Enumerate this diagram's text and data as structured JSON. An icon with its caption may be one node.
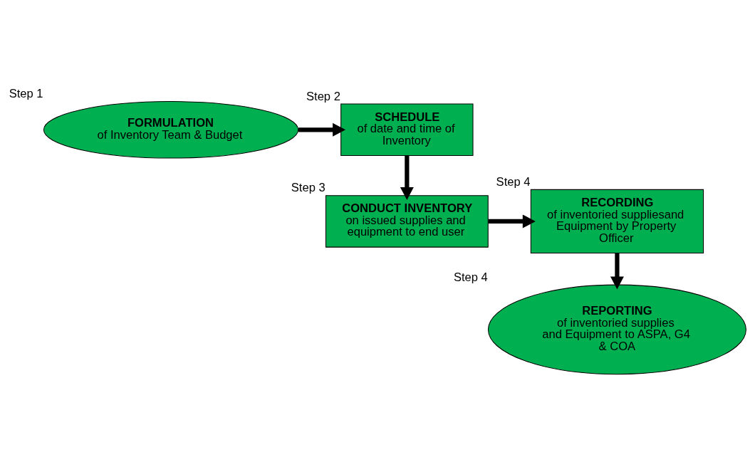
{
  "diagram": {
    "nodes": [
      {
        "text": [
          "FORMULATION",
          "of Inventory Team & Budget"
        ],
        "beside": [
          "Step 1"
        ]
      },
      {
        "text": [
          "SCHEDULE",
          "of date and time of Inventory"
        ],
        "beside": [
          "Step 2"
        ]
      },
      {
        "text": [
          "CONDUCT INVENTORY",
          "on issued supplies and equipment to end user"
        ],
        "beside": [
          "Step 3"
        ]
      },
      {
        "text": [
          "RECORDING",
          "of inventoried suppliesand Equipment by Property Officer"
        ],
        "beside": [
          "Step 4"
        ]
      },
      {
        "text": [
          "REPORTING",
          "of inventoried supplies and Equipment to ASPA, G4 & COA"
        ],
        "beside": [
          "Step 4"
        ]
      }
    ],
    "edges": [
      {
        "from": 0,
        "to": 1,
        "arrow": "to"
      },
      {
        "from": 1,
        "to": 2,
        "arrow": "to"
      },
      {
        "from": 2,
        "to": 3,
        "arrow": "to"
      },
      {
        "from": 3,
        "to": 4,
        "arrow": "to"
      }
    ]
  }
}
